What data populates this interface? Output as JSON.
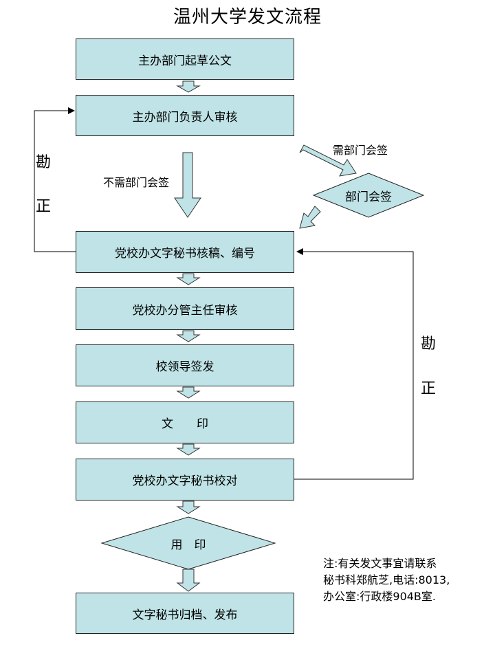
{
  "title": "温州大学发文流程",
  "steps": {
    "draft": "主办部门起草公文",
    "review_head": "主办部门负责人审核",
    "secretary_number": "党校办文字秘书核稿、编号",
    "director_review": "党校办分管主任审核",
    "leader_sign": "校领导签发",
    "print": "文　　印",
    "proofread": "党校办文字秘书校对",
    "seal": "用　印",
    "archive": "文字秘书归档、发布"
  },
  "branch": {
    "need_countersign_label": "需部门会签",
    "countersign": "部门会签",
    "no_countersign_label": "不需部门会签"
  },
  "correction": {
    "left_top": "勘",
    "left_bottom": "正",
    "right_top": "勘",
    "right_bottom": "正"
  },
  "note": {
    "line1": "注:有关发文事宜请联系",
    "line2": "秘书科郑航芝,电话:8013,",
    "line3": "办公室:行政楼904B室."
  },
  "colors": {
    "box_fill": "#bfe3e6",
    "border": "#222222",
    "arrow_fill": "#bfe3e6"
  }
}
